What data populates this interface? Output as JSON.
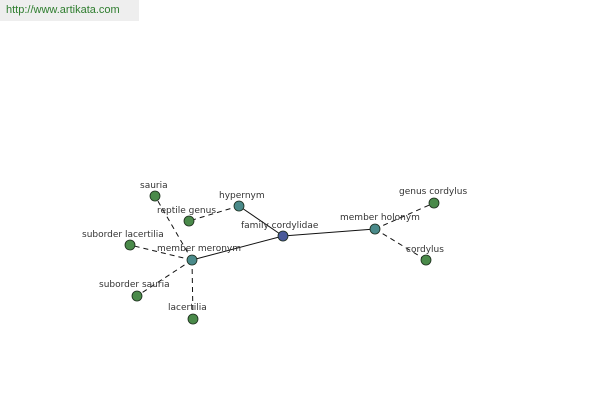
{
  "header": {
    "url": "http://www.artikata.com"
  },
  "colors": {
    "root_node": "#4a5a9a",
    "relation_node": "#4a8a8a",
    "leaf_node": "#4a8a4a",
    "edge": "#111111",
    "url_text": "#2e7d2e"
  },
  "graph": {
    "nodes": [
      {
        "id": "family-cordylidae",
        "label": "family cordylidae",
        "kind": "root"
      },
      {
        "id": "hypernym",
        "label": "hypernym",
        "kind": "relation"
      },
      {
        "id": "member-holonym",
        "label": "member holonym",
        "kind": "relation"
      },
      {
        "id": "member-meronym",
        "label": "member meronym",
        "kind": "relation"
      },
      {
        "id": "reptile-genus",
        "label": "reptile genus",
        "kind": "leaf"
      },
      {
        "id": "genus-cordylus",
        "label": "genus cordylus",
        "kind": "leaf"
      },
      {
        "id": "cordylus",
        "label": "cordylus",
        "kind": "leaf"
      },
      {
        "id": "sauria",
        "label": "sauria",
        "kind": "leaf"
      },
      {
        "id": "suborder-lacertilia",
        "label": "suborder lacertilia",
        "kind": "leaf"
      },
      {
        "id": "suborder-sauria",
        "label": "suborder sauria",
        "kind": "leaf"
      },
      {
        "id": "lacertilia",
        "label": "lacertilia",
        "kind": "leaf"
      }
    ],
    "edges": [
      {
        "from": "family-cordylidae",
        "to": "hypernym",
        "style": "solid"
      },
      {
        "from": "family-cordylidae",
        "to": "member-holonym",
        "style": "solid"
      },
      {
        "from": "family-cordylidae",
        "to": "member-meronym",
        "style": "solid"
      },
      {
        "from": "hypernym",
        "to": "reptile-genus",
        "style": "dashed"
      },
      {
        "from": "member-holonym",
        "to": "genus-cordylus",
        "style": "dashed"
      },
      {
        "from": "member-holonym",
        "to": "cordylus",
        "style": "dashed"
      },
      {
        "from": "member-meronym",
        "to": "sauria",
        "style": "dashed"
      },
      {
        "from": "member-meronym",
        "to": "suborder-lacertilia",
        "style": "dashed"
      },
      {
        "from": "member-meronym",
        "to": "suborder-sauria",
        "style": "dashed"
      },
      {
        "from": "member-meronym",
        "to": "lacertilia",
        "style": "dashed"
      }
    ]
  }
}
